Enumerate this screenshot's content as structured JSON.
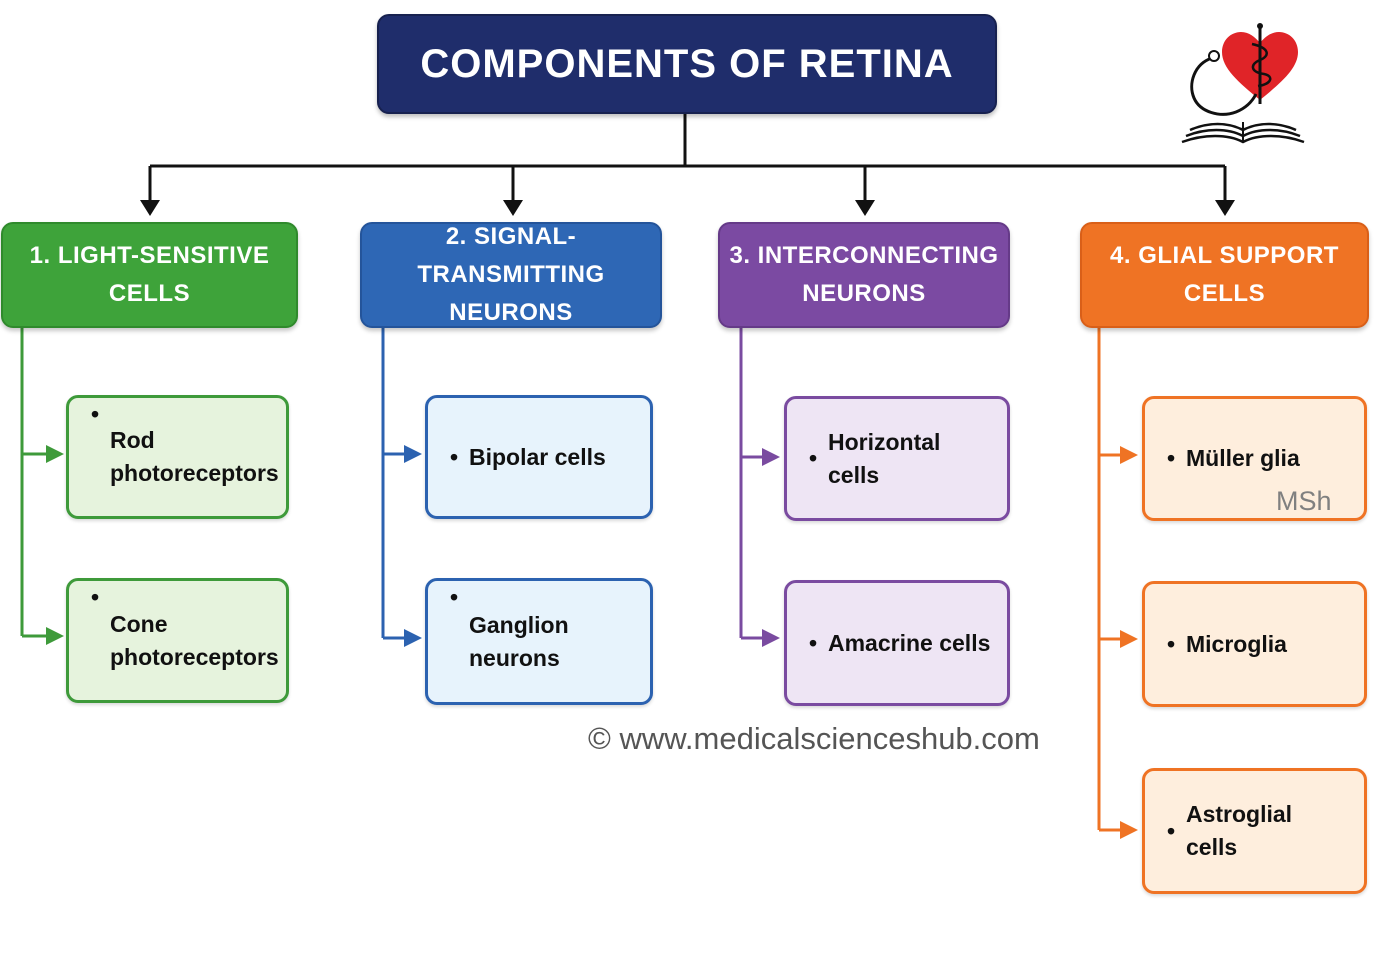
{
  "title": "COMPONENTS OF RETINA",
  "colors": {
    "title_bg": "#1f2d6b",
    "green": "#3ea33a",
    "blue": "#2e67b5",
    "purple": "#7b4aa2",
    "orange": "#ef7324",
    "connector": "#111111"
  },
  "categories": [
    {
      "line1": "1. LIGHT-SENSITIVE",
      "line2": "CELLS",
      "items": [
        {
          "bullet": "•",
          "line1": "Rod",
          "line2": "photoreceptors"
        },
        {
          "bullet": "•",
          "line1": "Cone",
          "line2": "photoreceptors"
        }
      ]
    },
    {
      "line1": "2. SIGNAL-TRANSMITTING",
      "line2": "NEURONS",
      "items": [
        {
          "bullet": "•",
          "line1": "Bipolar cells"
        },
        {
          "bullet": "•",
          "line1": "Ganglion",
          "line2": "neurons"
        }
      ]
    },
    {
      "line1": "3. INTERCONNECTING",
      "line2": "NEURONS",
      "items": [
        {
          "bullet": "•",
          "line1": "Horizontal cells"
        },
        {
          "bullet": "•",
          "line1": "Amacrine cells"
        }
      ]
    },
    {
      "line1": "4. GLIAL SUPPORT",
      "line2": "CELLS",
      "items": [
        {
          "bullet": "•",
          "line1": "Müller glia"
        },
        {
          "bullet": "•",
          "line1": "Microglia"
        },
        {
          "bullet": "•",
          "line1": "Astroglial cells"
        }
      ]
    }
  ],
  "watermark": "MSh",
  "copyright": "© www.medicalscienceshub.com",
  "logo_icon": "heart-stethoscope-book-logo-icon"
}
